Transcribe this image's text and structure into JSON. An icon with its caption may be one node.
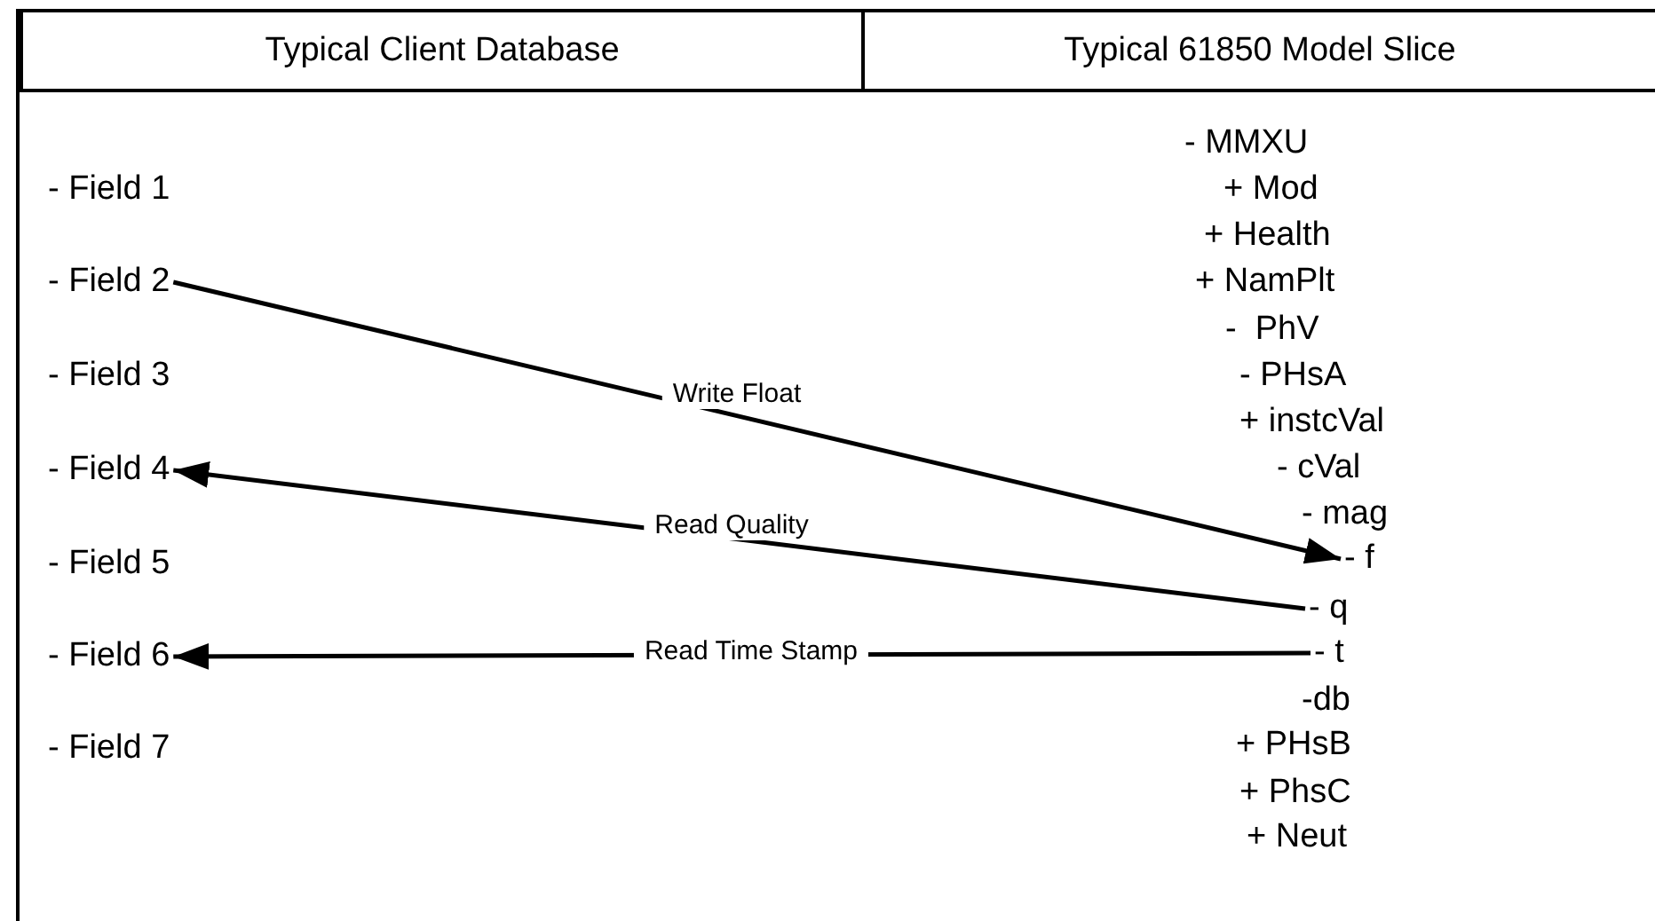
{
  "diagram": {
    "nodes": [
      {
        "text": [
          "Typical Client Database"
        ]
      },
      {
        "text": [
          "- Field 1"
        ],
        "in": 0
      },
      {
        "text": [
          "- Field 2"
        ],
        "in": 0
      },
      {
        "text": [
          "- Field 3"
        ],
        "in": 0
      },
      {
        "text": [
          "- Field 4"
        ],
        "in": 0
      },
      {
        "text": [
          "- Field 5"
        ],
        "in": 0
      },
      {
        "text": [
          "- Field 6"
        ],
        "in": 0
      },
      {
        "text": [
          "- Field 7"
        ],
        "in": 0
      },
      {
        "text": [
          "Typical 61850 Model Slice"
        ]
      },
      {
        "text": [
          "- MMXU"
        ],
        "in": 8
      },
      {
        "text": [
          "+ Mod"
        ],
        "in": 8
      },
      {
        "text": [
          "+ Health"
        ],
        "in": 8
      },
      {
        "text": [
          "+ NamPlt"
        ],
        "in": 8
      },
      {
        "text": [
          "-  PhV"
        ],
        "in": 8
      },
      {
        "text": [
          "- PHsA"
        ],
        "in": 8
      },
      {
        "text": [
          "+ instcVal"
        ],
        "in": 8
      },
      {
        "text": [
          "- cVal"
        ],
        "in": 8
      },
      {
        "text": [
          "- mag"
        ],
        "in": 8
      },
      {
        "text": [
          "- f"
        ],
        "in": 8
      },
      {
        "text": [
          "- q"
        ],
        "in": 8
      },
      {
        "text": [
          "- t"
        ],
        "in": 8
      },
      {
        "text": [
          "-db"
        ],
        "in": 8
      },
      {
        "text": [
          "+ PHsB"
        ],
        "in": 8
      },
      {
        "text": [
          "+ PhsC"
        ],
        "in": 8
      },
      {
        "text": [
          "+ Neut"
        ],
        "in": 8
      }
    ],
    "edges": [
      {
        "from": 2,
        "to": 18,
        "arrow": "to",
        "label": "Write Float"
      },
      {
        "from": 19,
        "to": 4,
        "arrow": "to",
        "label": "Read Quality"
      },
      {
        "from": 20,
        "to": 6,
        "arrow": "to",
        "label": "Read Time Stamp"
      }
    ]
  }
}
